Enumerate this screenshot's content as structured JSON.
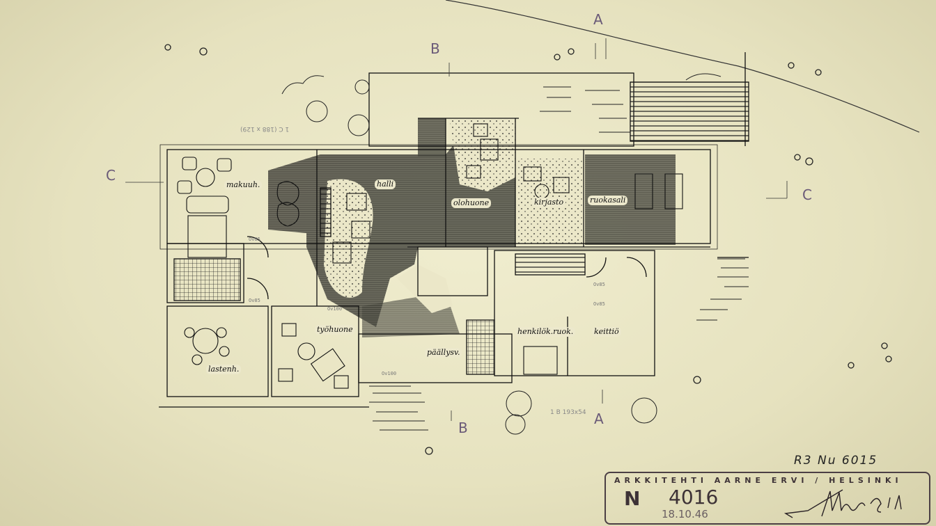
{
  "drawing": {
    "rooms": {
      "makuuh": "makuuh.",
      "halli": "halli",
      "olohuone": "olohuone",
      "kirjasto": "kirjasto",
      "ruokasali": "ruokasali",
      "tyohuone": "työhuone",
      "lastenh": "lastenh.",
      "paallysv": "päällysv.",
      "henkilok": "henkilök.ruok.",
      "keittio": "keittiö"
    },
    "section_markers": {
      "a_top": "A",
      "a_bottom": "A",
      "b_top": "B",
      "b_bottom": "B",
      "c_left": "C",
      "c_right": "C"
    },
    "door_labels": [
      "Ov85",
      "Ov85",
      "Ov85",
      "Ov85",
      "Ov100",
      "Ov100"
    ],
    "notes": {
      "section_c": "1 C (188 x 129)",
      "section_b": "1 B 193x54"
    },
    "archive_ref": "R3  Nu 6015"
  },
  "stamp": {
    "office": "ARKKITEHTI AARNE ERVI / HELSINKI",
    "number_prefix": "N",
    "number": "4016",
    "date": "18.10.46",
    "signature": "Aarne Ervi"
  },
  "colors": {
    "paper": "#ece9c8",
    "ink": "#1a1a1a",
    "stamp": "#4b3f44",
    "marker": "#6a5a78"
  }
}
